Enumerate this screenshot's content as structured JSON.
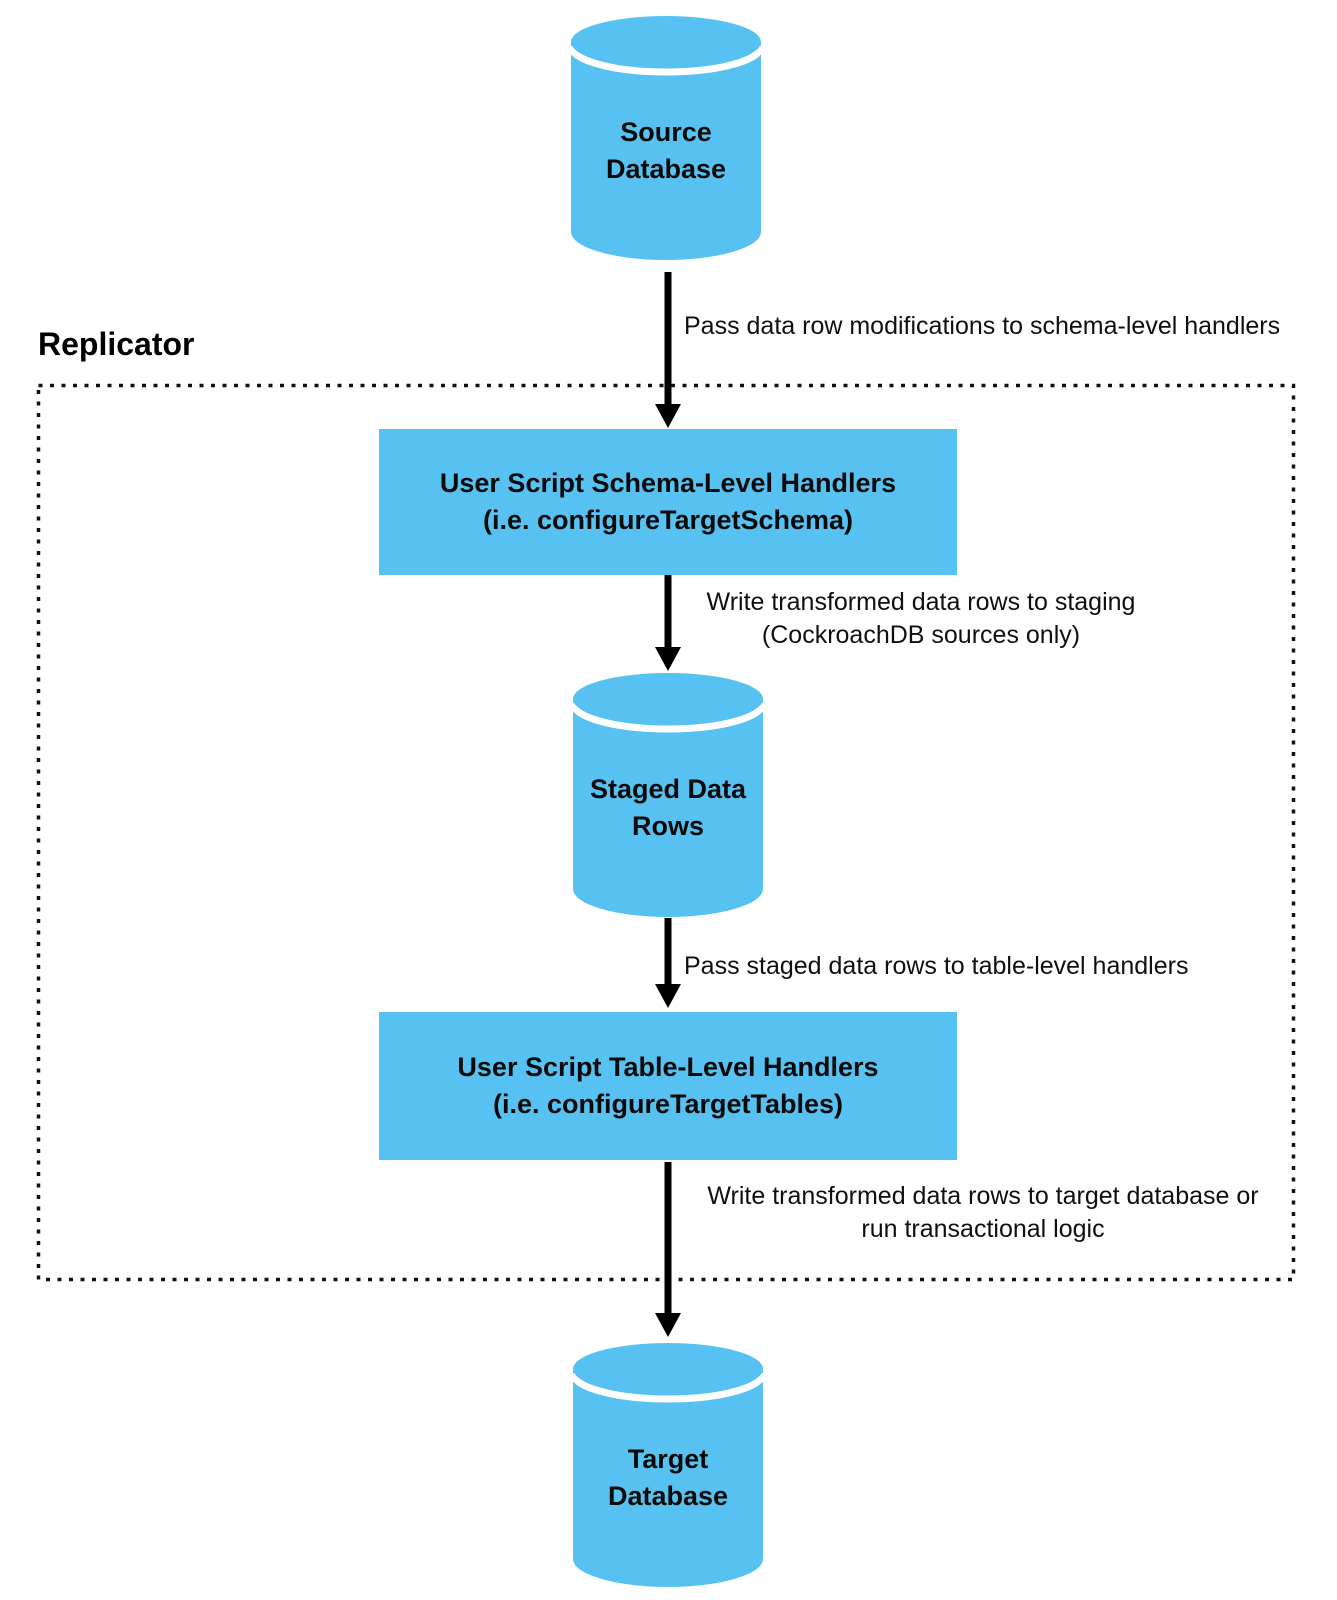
{
  "title": "Replicator data flow diagram",
  "colors": {
    "node_fill": "#57C2F2",
    "line": "#000000",
    "text": "#0a0a0a",
    "background": "#FFFFFF"
  },
  "replicator": {
    "label": "Replicator"
  },
  "nodes": {
    "source_db": {
      "type": "database",
      "label": "Source\nDatabase"
    },
    "schema_handlers": {
      "type": "process",
      "label": "User Script Schema-Level Handlers\n(i.e. configureTargetSchema)"
    },
    "staged_rows": {
      "type": "database",
      "label": "Staged Data\nRows"
    },
    "table_handlers": {
      "type": "process",
      "label": "User Script Table-Level Handlers\n(i.e. configureTargetTables)"
    },
    "target_db": {
      "type": "database",
      "label": "Target\nDatabase"
    }
  },
  "edges": {
    "source_to_schema": {
      "label": "Pass data row modifications to schema-level handlers"
    },
    "schema_to_staged": {
      "label": "Write transformed data rows to staging\n(CockroachDB sources only)"
    },
    "staged_to_table": {
      "label": "Pass staged data rows to table-level handlers"
    },
    "table_to_target": {
      "label": "Write transformed data rows to target database or\nrun transactional logic"
    }
  }
}
